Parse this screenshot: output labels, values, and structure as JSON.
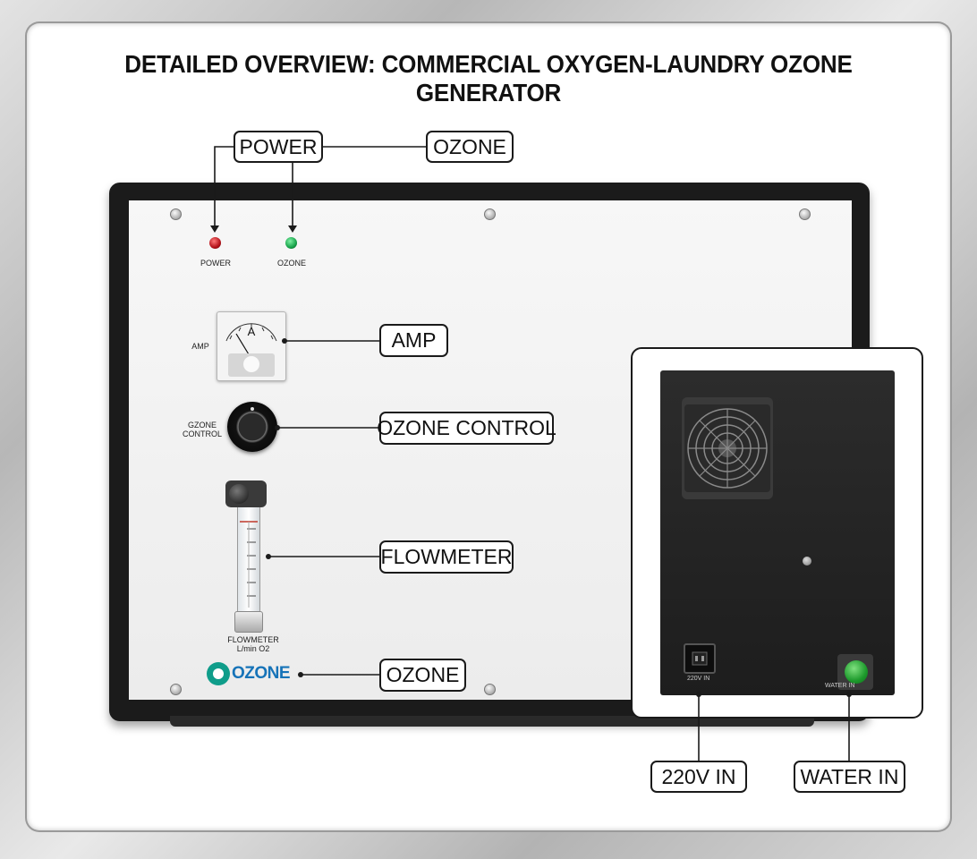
{
  "title": "DETAILED OVERVIEW: COMMERCIAL OXYGEN-LAUNDRY OZONE GENERATOR",
  "callouts": {
    "power": "POWER",
    "ozone_top": "OZONE",
    "amp": "AMP",
    "ozone_control": "OZONE CONTROL",
    "flowmeter": "FLOWMETER",
    "ozone_logo": "OZONE",
    "power_in": "220V IN",
    "water_in": "WATER IN"
  },
  "panel_labels": {
    "power_lamp": "POWER",
    "ozone_lamp": "OZONE",
    "amp": "AMP",
    "ozone_control_line1": "GZONE",
    "ozone_control_line2": "CONTROL",
    "flowmeter_line1": "FLOWMETER",
    "flowmeter_line2": "L/min O2",
    "meter_unit": "A",
    "logo_text": "OZONE",
    "socket_label": "220V IN",
    "inlet_label": "WATER IN"
  },
  "colors": {
    "power_lamp": "#b3121a",
    "ozone_lamp": "#17a34a",
    "logo_mark": "#0f9d8a",
    "logo_text": "#1673b8",
    "water_inlet": "#1d9a2c"
  },
  "icons": {
    "fan": "fan-grille-icon",
    "screw": "screw-icon",
    "socket": "power-socket-icon",
    "inlet": "water-inlet-icon"
  }
}
